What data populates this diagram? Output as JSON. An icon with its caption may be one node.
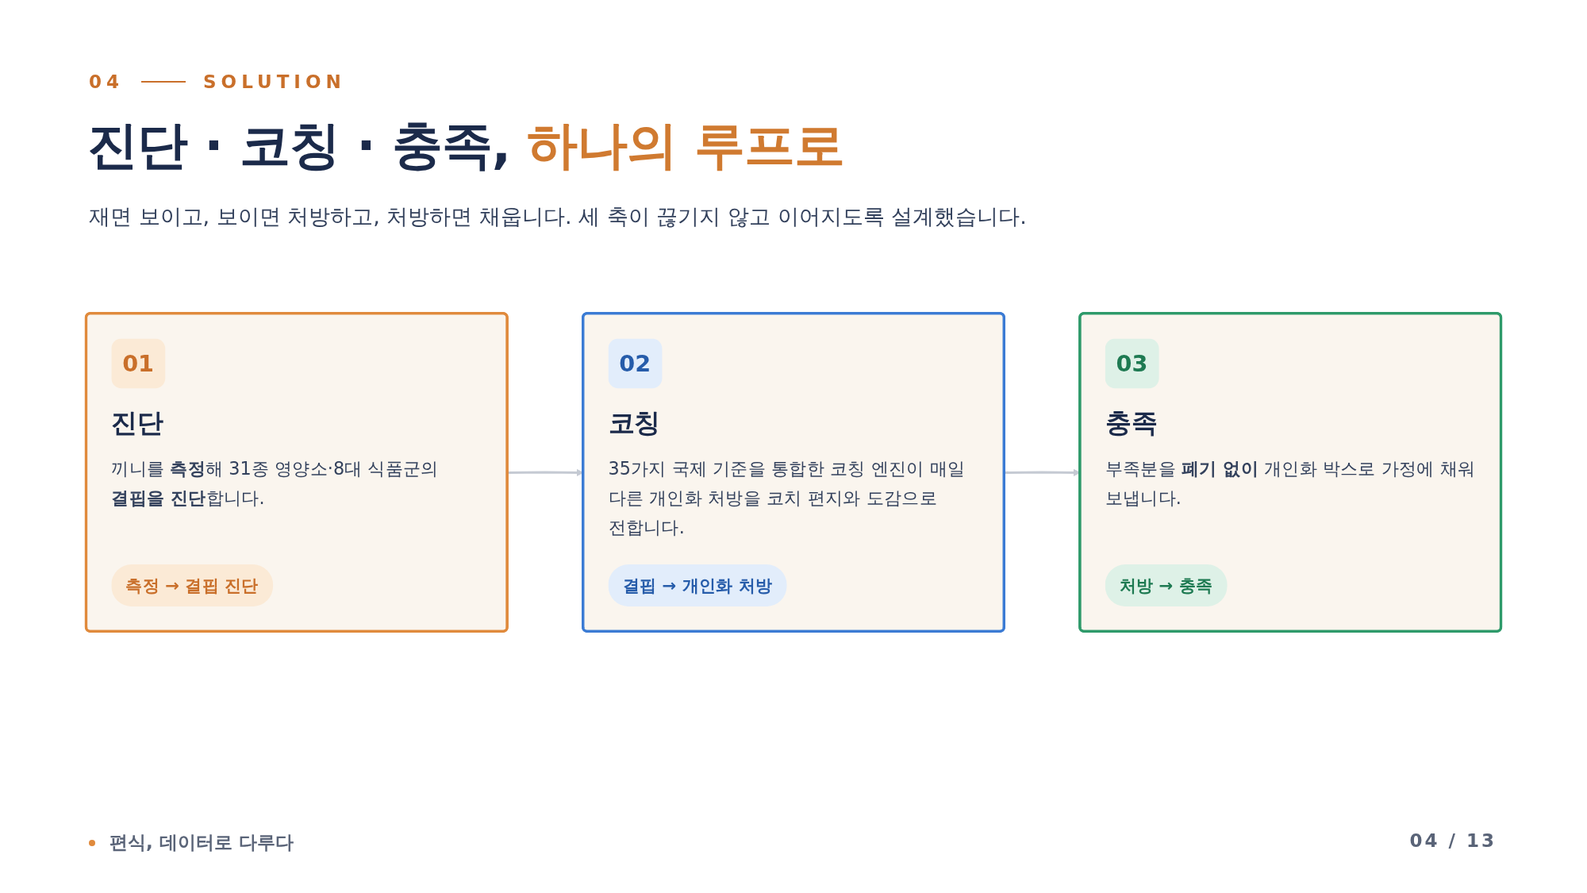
{
  "diagram": {
    "title": "진단 · 코칭 · 충족, 하나의 루프로",
    "nodes": [
      {
        "text": [
          "01",
          "진단",
          "끼니를 **측정**해 31종 영양소·8대 식품군의 **결핍을 진단**합니다.",
          "측정 → 결핍 진단"
        ]
      },
      {
        "text": [
          "02",
          "코칭",
          "35가지 국제 기준을 통합한 코칭 엔진이 매일 다른 개인화 처방을 코치 편지와 도감으로 전합니다.",
          "결핍 → 개인화 처방"
        ]
      },
      {
        "text": [
          "03",
          "충족",
          "부족분을 **폐기 없이** 개인화 박스로 가정에 채워 보냅니다.",
          "처방 → 충족"
        ]
      }
    ],
    "edges": [
      {
        "from": 0,
        "to": 1,
        "arrow": "to"
      },
      {
        "from": 1,
        "to": 2,
        "arrow": "to"
      }
    ],
    "labels": [
      "04",
      "SOLUTION",
      "재면 보이고, 보이면 처방하고, 처방하면 채웁니다. 세 축이 끊기지 않고 이어지도록 설계했습니다.",
      "편식, 데이터로 다루다",
      "04 / 13"
    ]
  }
}
